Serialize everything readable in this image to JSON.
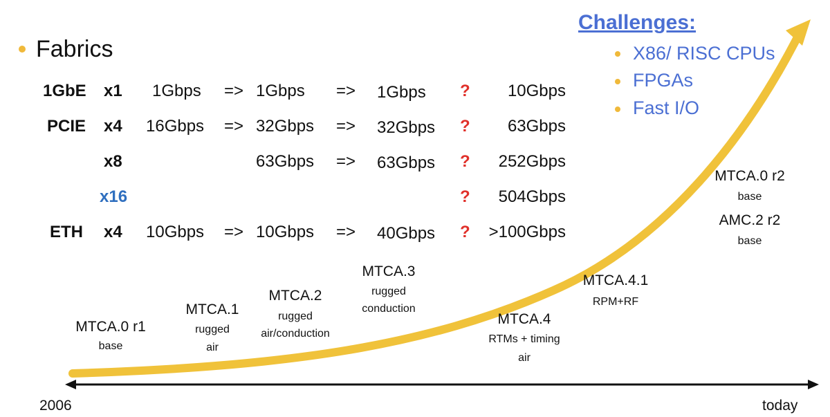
{
  "fabrics": {
    "title": "Fabrics",
    "rows": [
      {
        "type": "1GbE",
        "width": "x1",
        "v1": "1Gbps",
        "a1": "=>",
        "v2": "1Gbps",
        "a2": "=>",
        "v3": "1Gbps",
        "q": "?",
        "v4": "10Gbps"
      },
      {
        "type": "PCIE",
        "width": "x4",
        "v1": "16Gbps",
        "a1": "=>",
        "v2": "32Gbps",
        "a2": "=>",
        "v3": "32Gbps",
        "q": "?",
        "v4": "63Gbps"
      },
      {
        "type": "",
        "width": "x8",
        "v1": "",
        "a1": "",
        "v2": "63Gbps",
        "a2": "=>",
        "v3": "63Gbps",
        "q": "?",
        "v4": "252Gbps"
      },
      {
        "type": "",
        "width": "x16",
        "v1": "",
        "a1": "",
        "v2": "",
        "a2": "",
        "v3": "",
        "q": "?",
        "v4": "504Gbps"
      },
      {
        "type": "ETH",
        "width": "x4",
        "v1": "10Gbps",
        "a1": "=>",
        "v2": "10Gbps",
        "a2": "=>",
        "v3": "40Gbps",
        "q": "?",
        "v4": ">100Gbps"
      }
    ]
  },
  "challenges": {
    "title": "Challenges:",
    "items": [
      "X86/ RISC CPUs",
      "FPGAs",
      "Fast I/O"
    ]
  },
  "milestones": [
    {
      "name": "MTCA.0 r1",
      "sub1": "base",
      "sub2": ""
    },
    {
      "name": "MTCA.1",
      "sub1": "rugged",
      "sub2": "air"
    },
    {
      "name": "MTCA.2",
      "sub1": "rugged",
      "sub2": "air/conduction"
    },
    {
      "name": "MTCA.3",
      "sub1": "rugged",
      "sub2": "conduction"
    },
    {
      "name": "MTCA.4",
      "sub1": "RTMs + timing",
      "sub2": "air"
    },
    {
      "name": "MTCA.4.1",
      "sub1": "RPM+RF",
      "sub2": ""
    },
    {
      "name": "MTCA.0 r2",
      "sub1": "base",
      "sub2": ""
    },
    {
      "name": "AMC.2 r2",
      "sub1": "base",
      "sub2": ""
    }
  ],
  "timeline": {
    "start": "2006",
    "end": "today"
  },
  "colors": {
    "accent": "#f0c23a",
    "challenge": "#4b6fd3",
    "question": "#e0302a",
    "x16": "#2f6fbf"
  }
}
